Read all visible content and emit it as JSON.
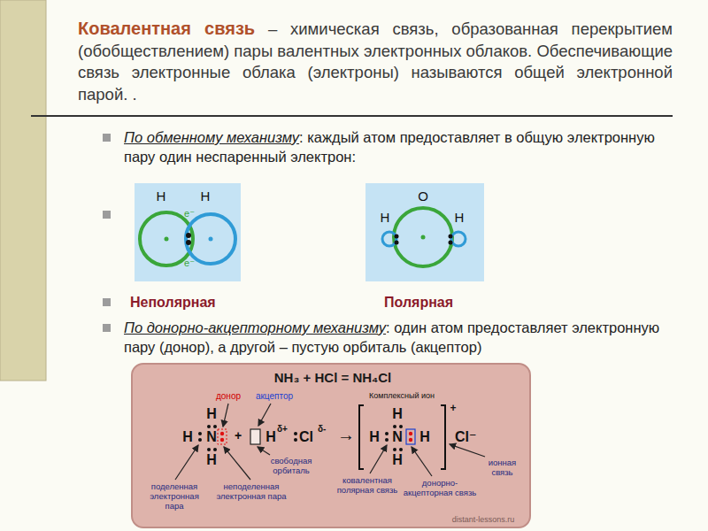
{
  "diagram": {
    "title": "Ковалентная связь",
    "nodes": [
      {
        "text": [
          "H",
          "H",
          "e⁻",
          "e⁻"
        ]
      },
      {
        "text": [
          "O",
          "H",
          "H"
        ]
      },
      {
        "text": [
          "NH₃ + HCl = NH₄Cl"
        ]
      }
    ],
    "labels": [
      "– химическая связь, образованная перекрытием (обобществлением) пары валентных электронных облаков. Обеспечивающие связь электронные облака (электроны) называются общей электронной парой. .",
      "По обменному механизму",
      ": каждый атом предоставляет в общую электронную пару один неспаренный электрон:",
      "Неполярная",
      "Полярная",
      "По донорно-акцепторному механизму",
      ": один атом предоставляет электронную пару (донор), а другой – пустую орбиталь (акцептор)",
      "донор",
      "акцептор",
      "H",
      "H",
      "N",
      "H",
      "+",
      "H",
      "δ+",
      "Cl",
      "δ-",
      "→",
      "Комплексный ион",
      "H",
      "H",
      "N",
      "H",
      "H",
      "+",
      "Cl⁻",
      "поделенная электронная пара",
      "неподеленная электронная пара",
      "свободная орбиталь",
      "ковалентная полярная связь",
      "донорно-акцепторная связь",
      "ионная связь",
      "distant-lessons.ru"
    ]
  }
}
